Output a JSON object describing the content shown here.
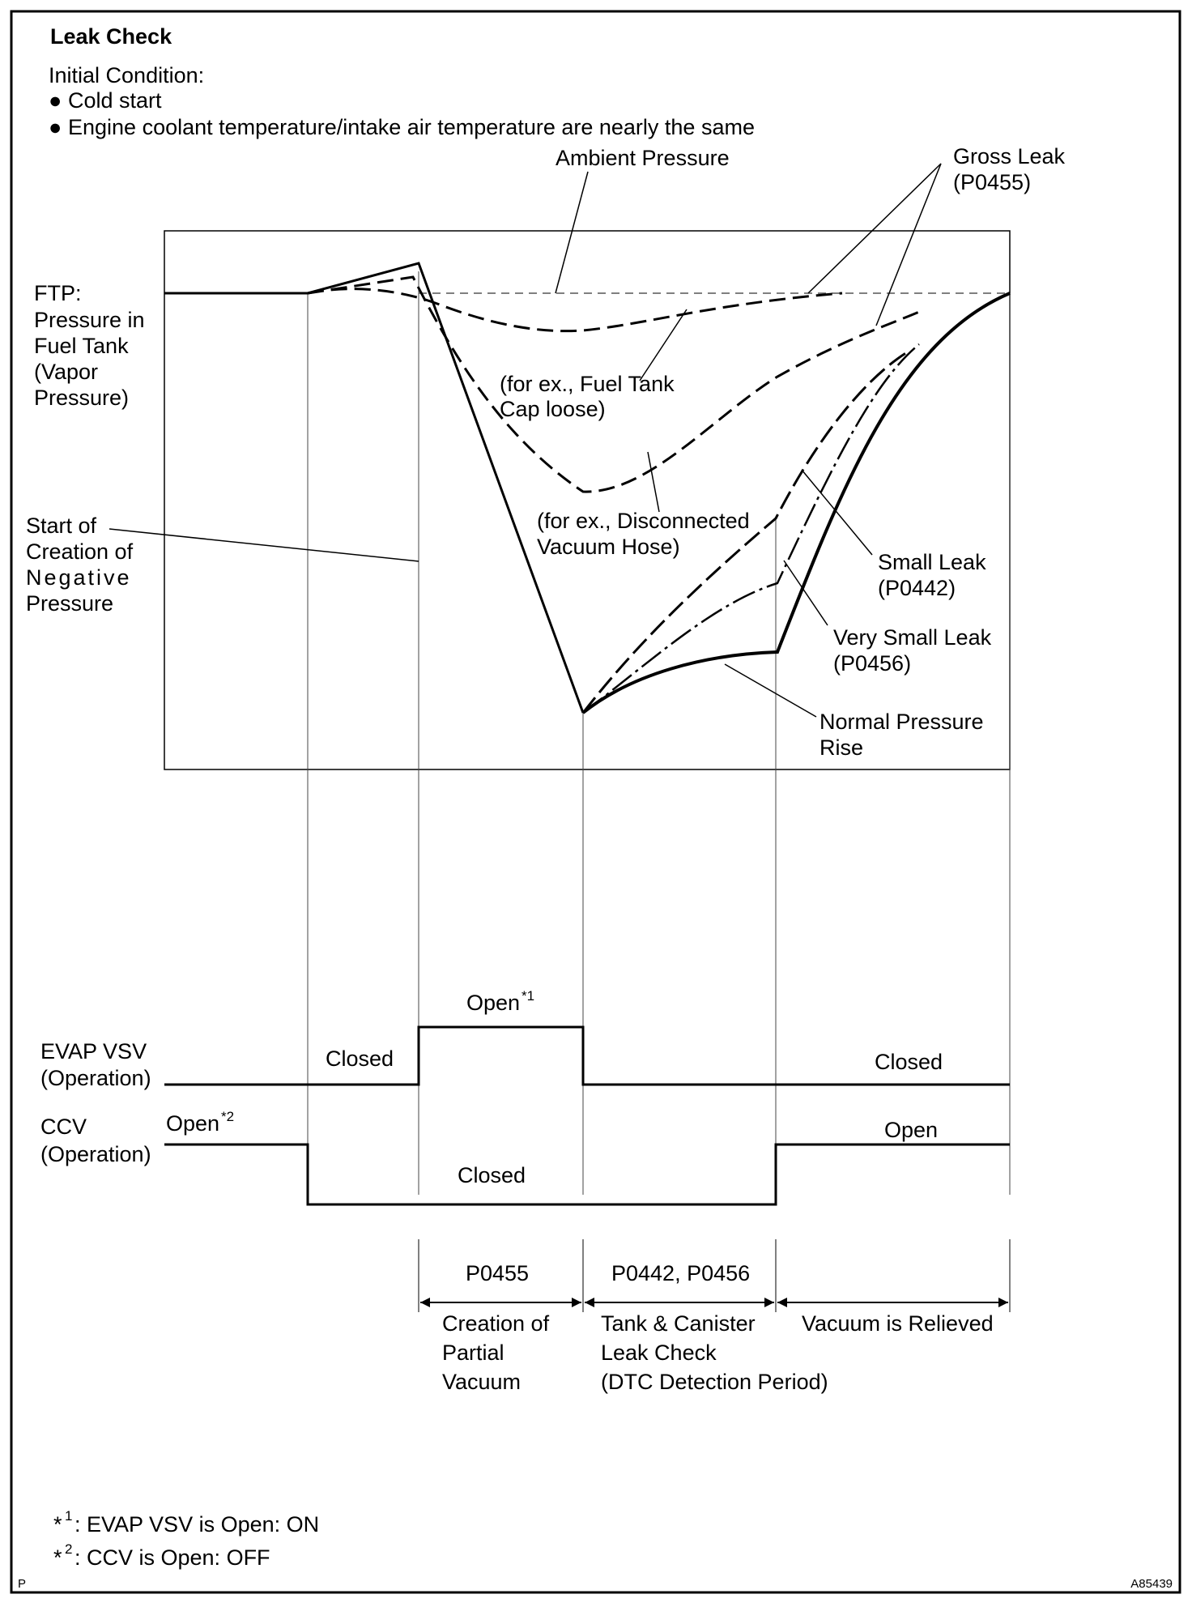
{
  "header": {
    "title": "Leak Check",
    "condition_label": "Initial Condition:",
    "conditions": [
      "Cold start",
      "Engine coolant temperature/intake air temperature are nearly the same"
    ],
    "bullet": "●"
  },
  "ftp_axis": {
    "lines": [
      "FTP:",
      "Pressure  in",
      "Fuel Tank",
      "(Vapor",
      "Pressure)"
    ]
  },
  "annotations": {
    "ambient_pressure": "Ambient Pressure",
    "gross_leak": [
      "Gross Leak",
      "(P0455)"
    ],
    "cap_loose": [
      "(for  ex.,  Fuel  Tank",
      "Cap loose)"
    ],
    "vacuum_hose": [
      "(for ex., Disconnected",
      "Vacuum Hose)"
    ],
    "start_negative": [
      "Start of",
      "Creation of",
      "Negative",
      "Pressure"
    ],
    "small_leak": [
      "Small Leak",
      "(P0442)"
    ],
    "very_small_leak": [
      "Very Small Leak",
      "(P0456)"
    ],
    "normal_rise": [
      "Normal Pressure",
      "Rise"
    ]
  },
  "evap_vsv": {
    "label": [
      "EVAP VSV",
      "(Operation)"
    ],
    "closed_left": "Closed",
    "open": "Open",
    "open_sup": "*1",
    "closed_right": "Closed"
  },
  "ccv": {
    "label": [
      "CCV",
      "(Operation)"
    ],
    "open_left": "Open",
    "open_left_sup": "*2",
    "closed": "Closed",
    "open_right": "Open"
  },
  "periods": {
    "dtc_1": "P0455",
    "dtc_2": "P0442, P0456",
    "phase_1": [
      "Creation of",
      "Partial",
      "Vacuum"
    ],
    "phase_2": [
      "Tank & Canister",
      "Leak Check",
      "(DTC Detection Period)"
    ],
    "phase_3": "Vacuum is Relieved"
  },
  "footnotes": {
    "note1_mark": "*",
    "note1_num": "1",
    "note1_text": ": EVAP VSV is Open: ON",
    "note2_mark": "*",
    "note2_num": "2",
    "note2_text": ": CCV is Open: OFF"
  },
  "corner": {
    "left": "P",
    "right": "A85439"
  }
}
